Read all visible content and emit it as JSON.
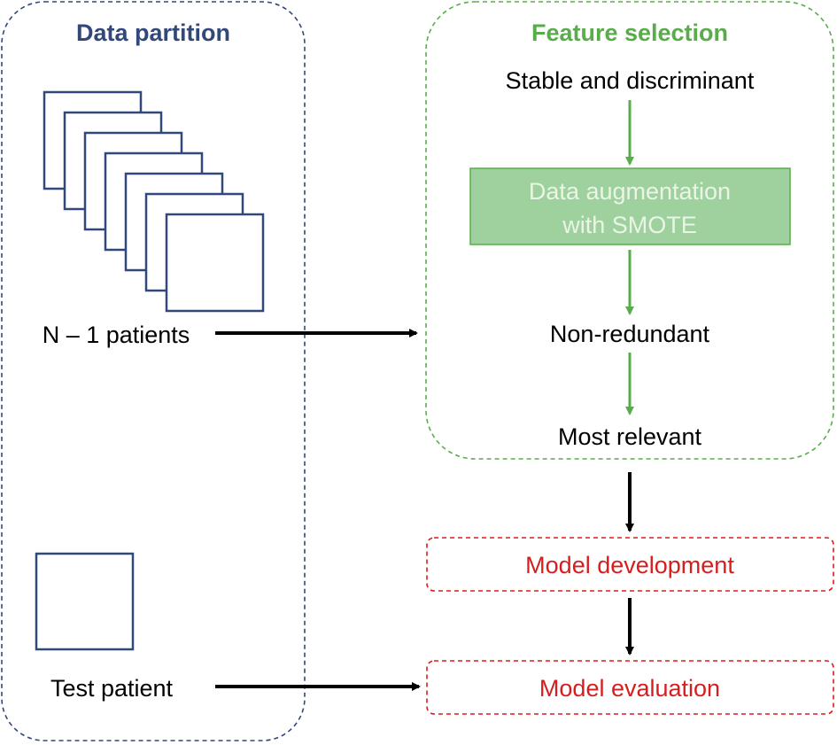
{
  "colors": {
    "partition": "#33487a",
    "feature": "#58ad4a",
    "feature_fill": "#9fd19f",
    "feature_text": "#eaf5e6",
    "model": "#d61e1e",
    "arrow": "#000000",
    "text": "#000000"
  },
  "data_partition": {
    "title": "Data partition",
    "train_label": "N – 1 patients",
    "test_label": "Test patient"
  },
  "feature_selection": {
    "title": "Feature selection",
    "step1": "Stable and discriminant",
    "augmentation_line1": "Data augmentation",
    "augmentation_line2": "with SMOTE",
    "step2": "Non-redundant",
    "step3": "Most relevant"
  },
  "model": {
    "development": "Model development",
    "evaluation": "Model evaluation"
  }
}
